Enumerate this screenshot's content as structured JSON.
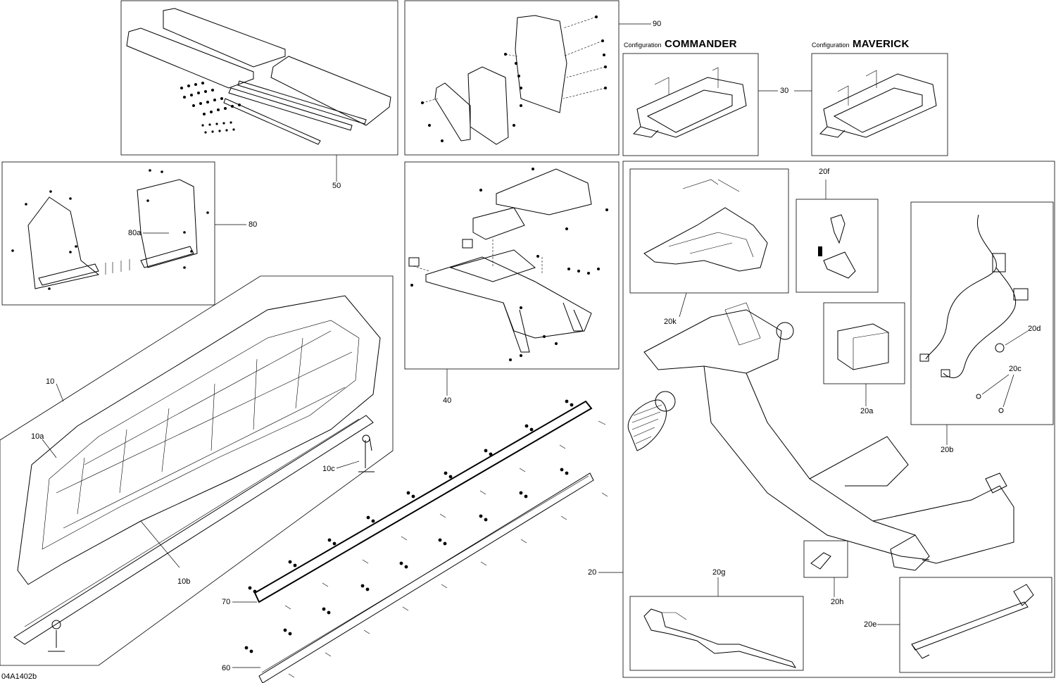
{
  "diagram_code": "04A1402b",
  "configurations": [
    {
      "prefix": "Configuration",
      "name": "COMMANDER"
    },
    {
      "prefix": "Configuration",
      "name": "MAVERICK"
    }
  ],
  "callouts": {
    "c10": "10",
    "c10a": "10a",
    "c10b": "10b",
    "c10c": "10c",
    "c20": "20",
    "c20a": "20a",
    "c20b": "20b",
    "c20c": "20c",
    "c20d": "20d",
    "c20e": "20e",
    "c20f": "20f",
    "c20g": "20g",
    "c20h": "20h",
    "c20k": "20k",
    "c30": "30",
    "c40": "40",
    "c50": "50",
    "c60": "60",
    "c70": "70",
    "c80": "80",
    "c80a": "80a",
    "c90": "90"
  }
}
